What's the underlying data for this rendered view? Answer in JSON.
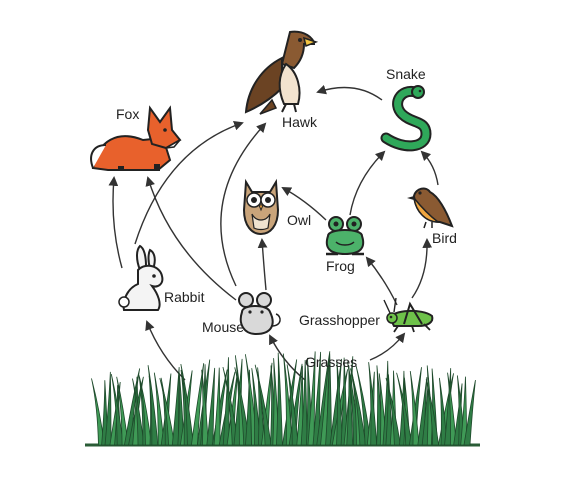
{
  "labels": {
    "fox": "Fox",
    "hawk": "Hawk",
    "snake": "Snake",
    "owl": "Owl",
    "bird": "Bird",
    "frog": "Frog",
    "rabbit": "Rabbit",
    "mouse": "Mouse",
    "grasshopper": "Grasshopper",
    "grasses": "Grasses"
  },
  "icons": {
    "fox": "fox-icon",
    "hawk": "hawk-icon",
    "snake": "snake-icon",
    "owl": "owl-icon",
    "bird": "bird-icon",
    "frog": "frog-icon",
    "rabbit": "rabbit-icon",
    "mouse": "mouse-icon",
    "grasshopper": "grasshopper-icon",
    "grasses": "grass-icon"
  },
  "edges": [
    {
      "from": "grasses",
      "to": "rabbit"
    },
    {
      "from": "grasses",
      "to": "mouse"
    },
    {
      "from": "grasses",
      "to": "grasshopper"
    },
    {
      "from": "rabbit",
      "to": "fox"
    },
    {
      "from": "rabbit",
      "to": "hawk"
    },
    {
      "from": "mouse",
      "to": "fox"
    },
    {
      "from": "mouse",
      "to": "hawk"
    },
    {
      "from": "mouse",
      "to": "owl"
    },
    {
      "from": "grasshopper",
      "to": "frog"
    },
    {
      "from": "grasshopper",
      "to": "bird"
    },
    {
      "from": "frog",
      "to": "owl"
    },
    {
      "from": "frog",
      "to": "snake"
    },
    {
      "from": "bird",
      "to": "snake"
    },
    {
      "from": "snake",
      "to": "hawk"
    }
  ],
  "colors": {
    "fox": "#e8612c",
    "hawk": "#8a5a32",
    "snake": "#2fa85a",
    "frog": "#4cb26a",
    "grass": "#2f7d45",
    "arrow": "#333333"
  }
}
